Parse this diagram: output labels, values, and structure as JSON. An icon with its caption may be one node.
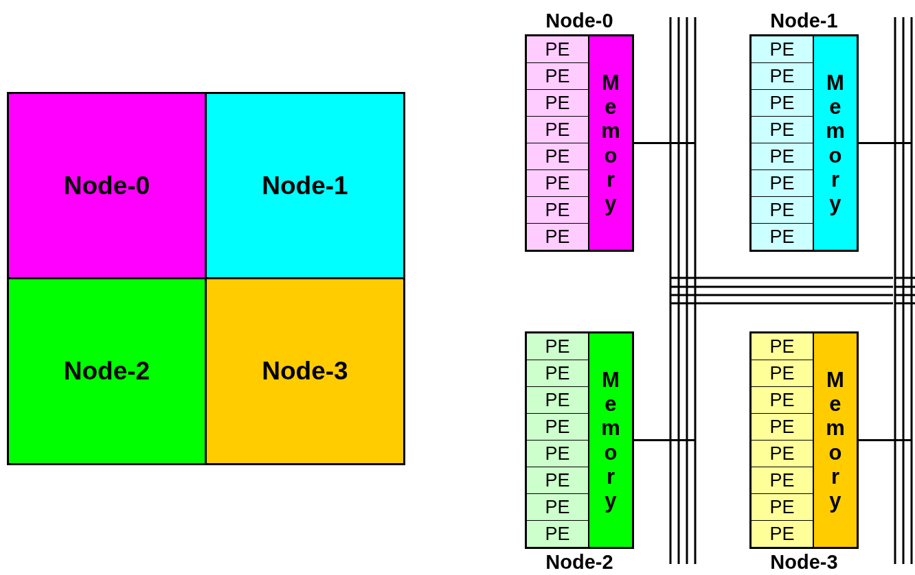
{
  "diagram": {
    "nodes": [
      {
        "text": [
          "Node-0"
        ]
      },
      {
        "text": [
          "Node-1"
        ]
      },
      {
        "text": [
          "Node-2"
        ]
      },
      {
        "text": [
          "Node-3"
        ]
      },
      {
        "text": [
          "Node-0"
        ]
      },
      {
        "text": [
          "PE"
        ],
        "in": 4
      },
      {
        "text": [
          "PE"
        ],
        "in": 4
      },
      {
        "text": [
          "PE"
        ],
        "in": 4
      },
      {
        "text": [
          "PE"
        ],
        "in": 4
      },
      {
        "text": [
          "PE"
        ],
        "in": 4
      },
      {
        "text": [
          "PE"
        ],
        "in": 4
      },
      {
        "text": [
          "PE"
        ],
        "in": 4
      },
      {
        "text": [
          "PE"
        ],
        "in": 4
      },
      {
        "text": [
          "Memory"
        ],
        "in": 4
      },
      {
        "text": [
          "Node-1"
        ]
      },
      {
        "text": [
          "PE"
        ],
        "in": 14
      },
      {
        "text": [
          "PE"
        ],
        "in": 14
      },
      {
        "text": [
          "PE"
        ],
        "in": 14
      },
      {
        "text": [
          "PE"
        ],
        "in": 14
      },
      {
        "text": [
          "PE"
        ],
        "in": 14
      },
      {
        "text": [
          "PE"
        ],
        "in": 14
      },
      {
        "text": [
          "PE"
        ],
        "in": 14
      },
      {
        "text": [
          "PE"
        ],
        "in": 14
      },
      {
        "text": [
          "Memory"
        ],
        "in": 14
      },
      {
        "text": [
          "Node-2"
        ]
      },
      {
        "text": [
          "PE"
        ],
        "in": 24
      },
      {
        "text": [
          "PE"
        ],
        "in": 24
      },
      {
        "text": [
          "PE"
        ],
        "in": 24
      },
      {
        "text": [
          "PE"
        ],
        "in": 24
      },
      {
        "text": [
          "PE"
        ],
        "in": 24
      },
      {
        "text": [
          "PE"
        ],
        "in": 24
      },
      {
        "text": [
          "PE"
        ],
        "in": 24
      },
      {
        "text": [
          "PE"
        ],
        "in": 24
      },
      {
        "text": [
          "Memory"
        ],
        "in": 24
      },
      {
        "text": [
          "Node-3"
        ]
      },
      {
        "text": [
          "PE"
        ],
        "in": 34
      },
      {
        "text": [
          "PE"
        ],
        "in": 34
      },
      {
        "text": [
          "PE"
        ],
        "in": 34
      },
      {
        "text": [
          "PE"
        ],
        "in": 34
      },
      {
        "text": [
          "PE"
        ],
        "in": 34
      },
      {
        "text": [
          "PE"
        ],
        "in": 34
      },
      {
        "text": [
          "PE"
        ],
        "in": 34
      },
      {
        "text": [
          "PE"
        ],
        "in": 34
      },
      {
        "text": [
          "Memory"
        ],
        "in": 34
      },
      {
        "text": [],
        "shape": "bar"
      },
      {
        "text": [],
        "shape": "bar"
      }
    ],
    "edges": [
      {
        "from": 13,
        "to": 44,
        "arrow": "none"
      },
      {
        "from": 23,
        "to": 45,
        "arrow": "none"
      },
      {
        "from": 33,
        "to": 44,
        "arrow": "none"
      },
      {
        "from": 43,
        "to": 45,
        "arrow": "none"
      },
      {
        "from": 44,
        "to": 45,
        "arrow": "none"
      }
    ]
  }
}
